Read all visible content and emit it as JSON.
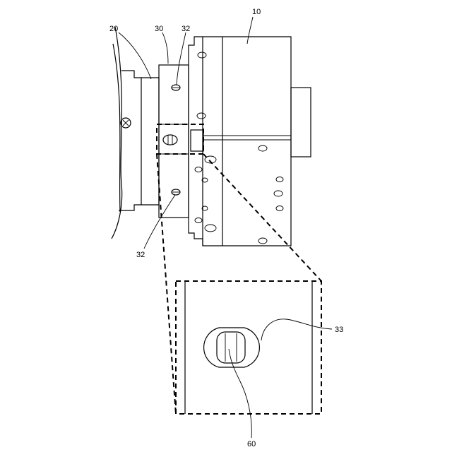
{
  "labels": {
    "housing": "10",
    "lens": "20",
    "flange": "30",
    "screw_top": "32",
    "screw_bottom": "32",
    "slot": "33",
    "pin": "60"
  }
}
